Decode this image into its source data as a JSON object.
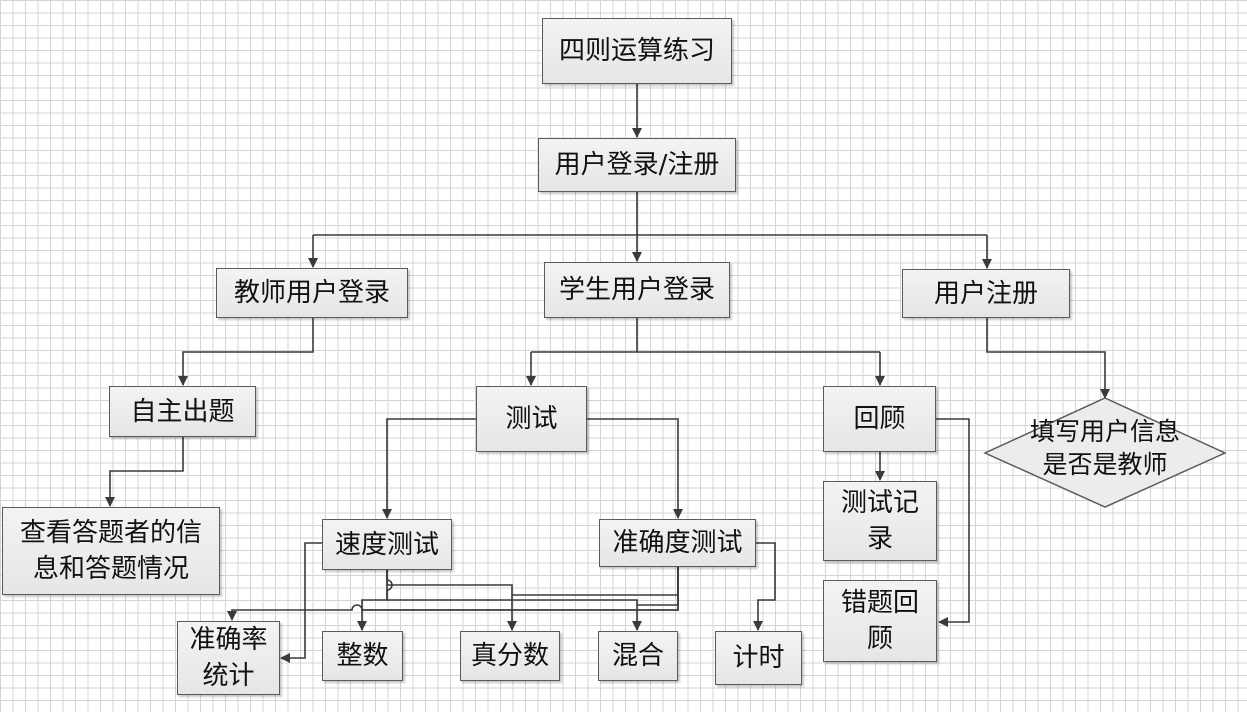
{
  "nodes": {
    "root": "四则运算练习",
    "login": "用户登录/注册",
    "teacher_login": "教师用户登录",
    "student_login": "学生用户登录",
    "register": "用户注册",
    "self_question": "自主出题",
    "view_info": "查看答题者的信\n息和答题情况",
    "test": "测试",
    "review": "回顾",
    "fill_info": "填写用户信息\n是否是教师",
    "speed_test": "速度测试",
    "accuracy_test": "准确度测试",
    "test_record": "测试记\n录",
    "wrong_review": "错题回\n顾",
    "accuracy_stats": "准确率\n统计",
    "integer": "整数",
    "fraction": "真分数",
    "mixed": "混合",
    "timer": "计时"
  }
}
